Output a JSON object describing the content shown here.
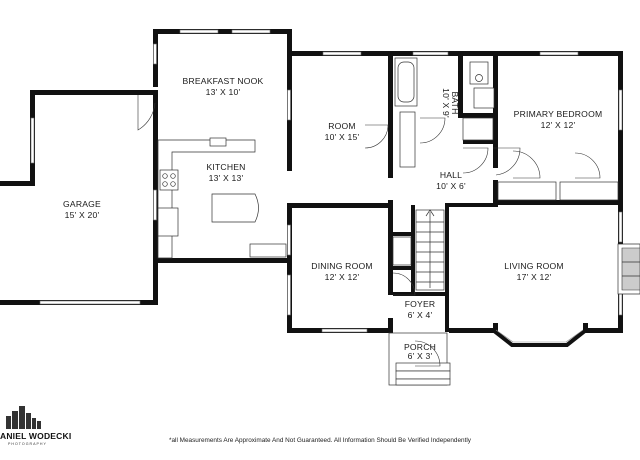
{
  "rooms": [
    {
      "key": "garage",
      "name": "GARAGE",
      "dims": "15' X 20'"
    },
    {
      "key": "breakfast_nook",
      "name": "BREAKFAST NOOK",
      "dims": "13' X 10'"
    },
    {
      "key": "kitchen",
      "name": "KITCHEN",
      "dims": "13' X 13'"
    },
    {
      "key": "room",
      "name": "ROOM",
      "dims": "10' X 15'"
    },
    {
      "key": "bath",
      "name": "BATH",
      "dims": "10' X 9'"
    },
    {
      "key": "primary_bedroom",
      "name": "PRIMARY BEDROOM",
      "dims": "12' X 12'"
    },
    {
      "key": "hall",
      "name": "HALL",
      "dims": "10' X 6'"
    },
    {
      "key": "dining_room",
      "name": "DINING ROOM",
      "dims": "12' X 12'"
    },
    {
      "key": "living_room",
      "name": "LIVING ROOM",
      "dims": "17' X 12'"
    },
    {
      "key": "foyer",
      "name": "FOYER",
      "dims": "6' X 4'"
    },
    {
      "key": "porch",
      "name": "PORCH",
      "dims": "6' X 3'"
    }
  ],
  "footer": {
    "disclaimer": "*all Measurements Are Approximate And Not Guaranteed. All Information Should Be Verified Independently"
  },
  "logo": {
    "name": "ANIEL WODECKI",
    "tagline": "PHOTOGRAPHY"
  }
}
